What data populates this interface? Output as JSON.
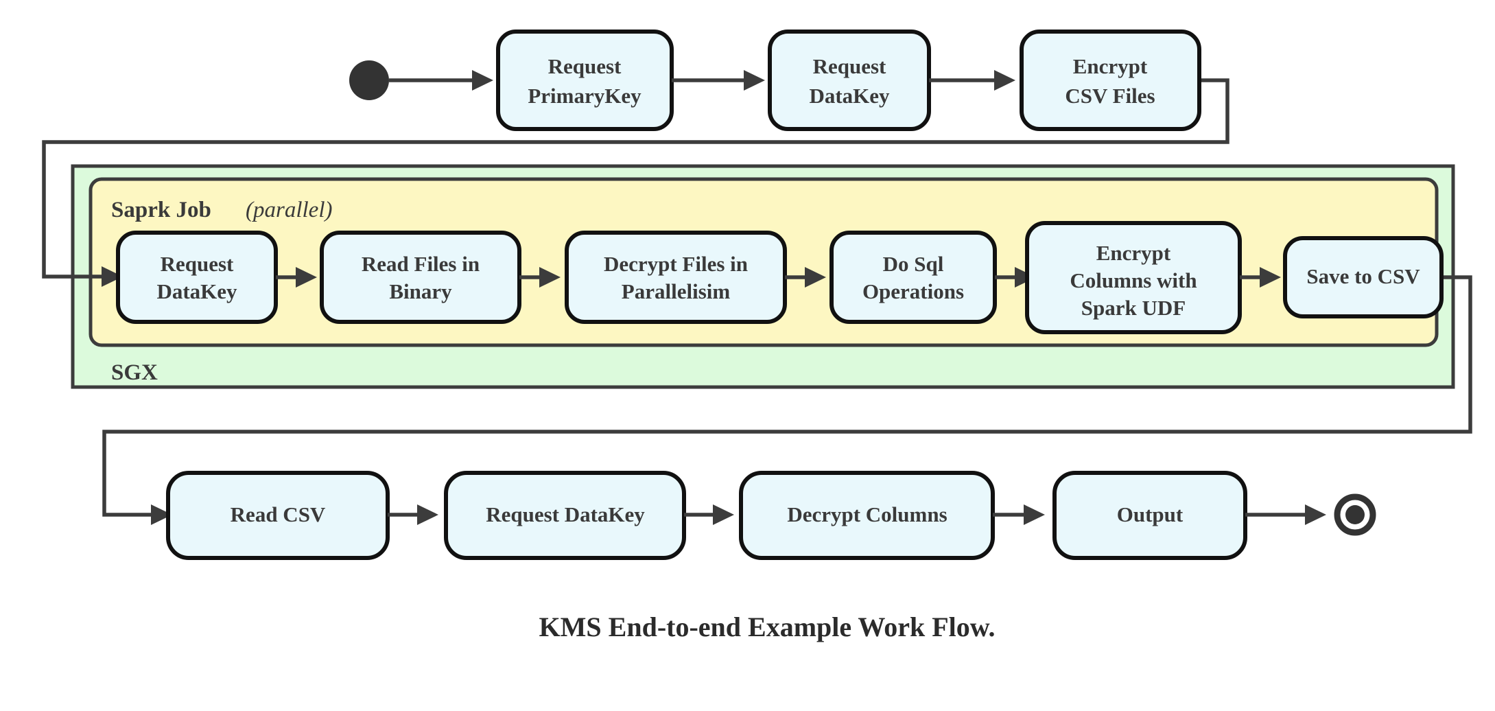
{
  "diagram": {
    "caption": "KMS End-to-end Example Work Flow.",
    "colors": {
      "node_fill": "#e9f8fc",
      "node_stroke": "#111111",
      "sgx_fill": "#dcfadc",
      "spark_fill": "#fdf7c2",
      "line": "#3c3c3c",
      "text": "#3a3a3a",
      "terminal": "#333333"
    },
    "start_node": {
      "name": "start"
    },
    "end_node": {
      "name": "end"
    },
    "containers": {
      "sgx": {
        "label": "SGX"
      },
      "spark": {
        "title": "Saprk Job",
        "qualifier": "(parallel)"
      }
    },
    "rows": {
      "top": [
        {
          "id": "request-primarykey",
          "lines": [
            "Request",
            "PrimaryKey"
          ]
        },
        {
          "id": "request-datakey-top",
          "lines": [
            "Request",
            "DataKey"
          ]
        },
        {
          "id": "encrypt-csv-files",
          "lines": [
            "Encrypt",
            "CSV Files"
          ]
        }
      ],
      "spark": [
        {
          "id": "request-datakey-spark",
          "lines": [
            "Request",
            "DataKey"
          ]
        },
        {
          "id": "read-files-in-binary",
          "lines": [
            "Read Files in",
            "Binary"
          ]
        },
        {
          "id": "decrypt-files-in-parallelisim",
          "lines": [
            "Decrypt Files in",
            "Parallelisim"
          ]
        },
        {
          "id": "do-sql-operations",
          "lines": [
            "Do Sql",
            "Operations"
          ]
        },
        {
          "id": "encrypt-columns-with-spark-udf",
          "lines": [
            "Encrypt",
            "Columns with",
            "Spark UDF"
          ]
        },
        {
          "id": "save-to-csv",
          "lines": [
            "Save to CSV"
          ]
        }
      ],
      "bottom": [
        {
          "id": "read-csv",
          "lines": [
            "Read CSV"
          ]
        },
        {
          "id": "request-datakey-bottom",
          "lines": [
            "Request DataKey"
          ]
        },
        {
          "id": "decrypt-columns",
          "lines": [
            "Decrypt Columns"
          ]
        },
        {
          "id": "output",
          "lines": [
            "Output"
          ]
        }
      ]
    }
  }
}
